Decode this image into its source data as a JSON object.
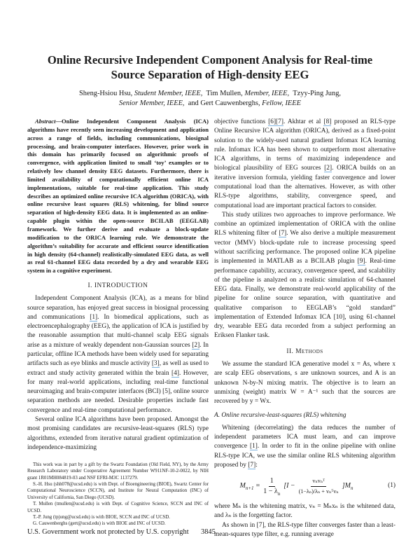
{
  "paper": {
    "title_line1": "Online Recursive Independent Component Analysis for Real-time",
    "title_line2": "Source Separation of High-density EEG",
    "authors": [
      {
        "name": "Sheng-Hsiou Hsu,",
        "role": "Student Member, IEEE,"
      },
      {
        "name": "Tim Mullen,",
        "role": "Member, IEEE,"
      },
      {
        "name": "Tzyy-Ping Jung,",
        "role": "Senior Member, IEEE,"
      },
      {
        "name": "and Gert Cauwenberghs,",
        "role": "Fellow, IEEE"
      }
    ]
  },
  "abstract": {
    "label": "Abstract",
    "text": "—Online Independent Component Analysis (ICA) algorithms have recently seen increasing development and application across a range of fields, including communications, biosignal processing, and brain-computer interfaces. However, prior work in this domain has primarily focused on algorithmic proofs of convergence, with application limited to small ‘toy’ examples or to relatively low channel density EEG datasets. Furthermore, there is limited availability of computationally efficient online ICA implementations, suitable for real-time application. This study describes an optimized online recursive ICA algorithm (ORICA), with online recursive least squares (RLS) whitening, for blind source separation of high-density EEG data. It is implemented as an online-capable plugin within the open-source BCILAB (EEGLAB) framework. We further derive and evaluate a block-update modification to the ORICA learning rule. We demonstrate the algorithm’s suitability for accurate and efficient source identification in high density (64-channel) realistically-simulated EEG data, as well as real 61-channel EEG data recorded by a dry and wearable EEG system in a cognitive experiment."
  },
  "intro": {
    "heading_num": "I.",
    "heading": "INTRODUCTION",
    "p1": {
      "a": "Independent Component Analysis (ICA), as a means for blind source separation, has enjoyed great success in biosignal processing and communications ",
      "ref1": "[1]",
      "b": ". In biomedical applications, such as electroencephalography (EEG), the application of ICA is justified by the reasonable assumption that multi-channel scalp EEG signals arise as a mixture of weakly dependent non-Gaussian sources ",
      "ref2": "[2]",
      "c": ". In particular, offline ICA methods have been widely used for separating artifacts such as eye blinks and muscle activity ",
      "ref3": "[3]",
      "d": ", as well as used to extract and study activity generated within the brain ",
      "ref4": "[4]",
      "e": ". However, for many real-world applications, including real-time functional neuroimaging and brain-computer interfaces (BCI) [5], online source separation methods are needed. Desirable properties include fast convergence and real-time computational performance."
    },
    "p2": "Several online ICA algorithms have been proposed. Amongst the most promising candidates are recursive-least-squares (RLS) type algorithms, extended from iterative natural gradient optimization of independence-maximizing"
  },
  "footnotes": {
    "f1": "This work was in part by a gift by the Swartz Foundation (Old Field, NY), by the Army Research Laboratory under Cooperative Agreement Number W911NF-10-2-0022, by NIH grant 1R01MH084819-03 and NSF EFRI-M3C 1137279.",
    "f2": "S.-H. Hsu (shh078@ucsd.edu) is with Dept. of Bioengineering (BIOE), Swartz Center for Computational Neuroscience (SCCN), and Institute for Neural Computation (INC) of University of California, San Diego (UCSD).",
    "f3": "T. Mullen (tmullen@ucsd.edu) is with Dept. of Cognitive Science, SCCN and INC of UCSD.",
    "f4": "T.-P. Jung (tpjung@ucsd.edu) is with BIOE, SCCN and INC of UCSD.",
    "f5": "G. Cauwenberghs (gert@ucsd.edu) is with BIOE and INC of UCSD."
  },
  "right": {
    "p1": {
      "a": "objective functions ",
      "ref1": "[6][7]",
      "b": ". Akhtar et al ",
      "ref2": "[8]",
      "c": " proposed an RLS-type Online Recursive ICA algorithm (ORICA), derived as a fixed-point solution to the widely-used natural gradient Infomax ICA learning rule. Infomax ICA has been shown to outperform most alternative ICA algorithms, in terms of maximizing independence and biological plausibility of EEG sources ",
      "ref3": "[2]",
      "d": ". ORICA builds on an iterative inversion formula, yielding faster convergence and lower computational load than the alternatives. However, as with other RLS-type algorithms, stability, convergence speed, and computational load are important practical factors to consider."
    },
    "p2": {
      "a": "This study utilizes two approaches to improve performance. We combine an optimized implementation of ORICA with the online RLS whitening filter of ",
      "ref1": "[7]",
      "b": ". We also derive a multiple measurement vector (MMV) block-update rule to increase processing speed without sacrificing performance. The proposed online ICA pipeline is implemented in MATLAB as a BCILAB plugin ",
      "ref2": "[9]",
      "c": ". Real-time performance capability, accuracy, convergence speed, and scalability of the pipeline is analyzed on a realistic simulation of 64-channel EEG data. Finally, we demonstrate real-world applicability of the pipeline for online source separation, with quantitative and qualitative comparison to EEGLAB’s “gold standard” implementation of Extended Infomax ICA [10], using 61-channel dry, wearable EEG data recorded from a subject performing an Eriksen Flanker task."
    },
    "methods_heading_num": "II.",
    "methods_heading": "Methods",
    "p3": "We assume the standard ICA generative model x = As, where x are scalp EEG observations, s are unknown sources, and A is an unknown N-by-N mixing matrix. The objective is to learn an unmixing (weight) matrix W = A⁻¹ such that the sources are recovered by y = Wx.",
    "subsec": "A. Online recursive-least-squares (RLS) whitening",
    "p4": {
      "a": "Whitening (decorrelating) the data reduces the number of independent parameters ICA must learn, and can improve convergence ",
      "ref1": "[1]",
      "b": ". In order to fit in the online pipeline with online RLS-type ICA, we use the similar online RLS whitening algorithm proposed by ",
      "ref2": "[7]",
      "c": ":"
    },
    "equation": {
      "lhs": "M",
      "lhs_sub": "n+1",
      "eq": "=",
      "f1_num": "1",
      "f1_den": "1 − λ",
      "f1_den_sub": "n",
      "bracket_open": "[I −",
      "f2_num": "vₙvₙᵀ",
      "f2_den": "(1−λₙ)/λₙ + vₙᵀvₙ",
      "bracket_close": "]M",
      "rhs_sub": "n",
      "number": "(1)"
    },
    "p5": "where Mₙ is the whitening matrix, vₙ = Mₙxₙ is the whitened data, and λₙ is the forgetting factor.",
    "p6": "As shown in [7], the RLS-type filter converges faster than a least-mean-squares type filter, e.g. running average"
  },
  "footer": {
    "copyright": "U.S. Government work not protected by U.S. copyright",
    "page_number": "3845"
  },
  "colors": {
    "text": "#1a1a1a",
    "link_underline": "#7fb4e0",
    "background": "#ffffff"
  }
}
